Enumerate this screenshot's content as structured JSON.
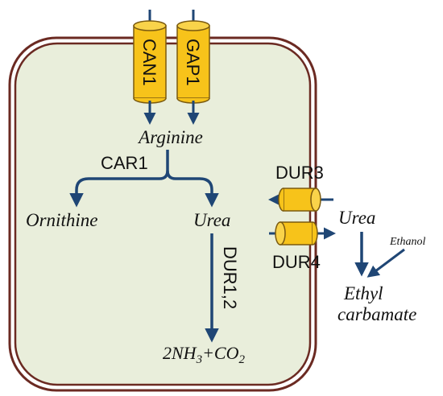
{
  "colors": {
    "cell_border": "#6b2a22",
    "cytoplasm": "#e9eedb",
    "transporter": "#f7c31a",
    "transporter_edge": "#7a5a10",
    "arrow": "#1f4675",
    "text": "#111111"
  },
  "transporters": {
    "can1": "CAN1",
    "gap1": "GAP1",
    "dur3": "DUR3",
    "dur4": "DUR4"
  },
  "metabolites": {
    "arginine": "Arginine",
    "ornithine": "Ornithine",
    "urea_inside": "Urea",
    "urea_outside": "Urea",
    "ethanol": "Ethanol",
    "ethyl": "Ethyl",
    "carbamate": "carbamate"
  },
  "enzymes": {
    "car1": "CAR1",
    "dur12": "DUR1,2"
  },
  "products": {
    "nh3_coeff": "2NH",
    "nh3_sub": "3",
    "plus": "+CO",
    "co2_sub": "2"
  }
}
